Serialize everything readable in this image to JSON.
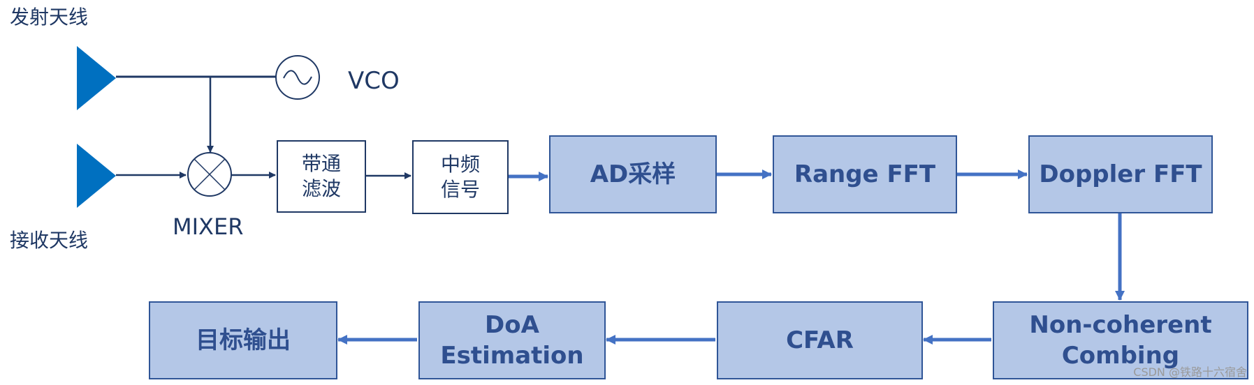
{
  "labels": {
    "tx_antenna": "发射天线",
    "rx_antenna": "接收天线",
    "vco": "VCO",
    "mixer": "MIXER"
  },
  "blocks": {
    "bandpass": [
      "带通",
      "滤波"
    ],
    "if_signal": [
      "中频",
      "信号"
    ],
    "ad_sampling": "AD采样",
    "range_fft": "Range FFT",
    "doppler_fft": "Doppler FFT",
    "noncoherent": [
      "Non-coherent",
      "Combing"
    ],
    "cfar": "CFAR",
    "doa": [
      "DoA",
      "Estimation"
    ],
    "target_output": "目标输出"
  },
  "watermark": "CSDN @铁路十六宿舍",
  "colors": {
    "antenna_fill": "#0070c0",
    "line_dark": "#1f3864",
    "arrow_blue": "#4472c4",
    "block_fill": "#b4c7e7",
    "block_border": "#2f5597",
    "block_text": "#2f4f8f"
  }
}
